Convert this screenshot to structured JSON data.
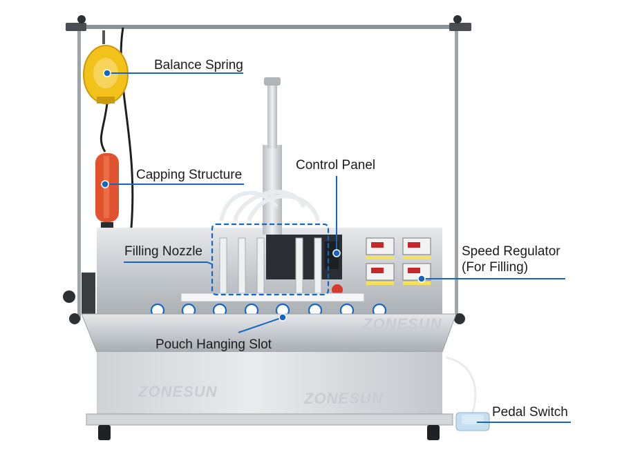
{
  "labels": {
    "balance_spring": "Balance Spring",
    "capping_structure": "Capping Structure",
    "control_panel": "Control Panel",
    "filling_nozzle": "Filling Nozzle",
    "speed_regulator_line1": "Speed Regulator",
    "speed_regulator_line2": "(For Filling)",
    "pouch_hanging_slot": "Pouch Hanging Slot",
    "pedal_switch": "Pedal Switch"
  },
  "watermark": "ZONESUN",
  "colors": {
    "callout_blue": "#1566c0",
    "steel": "#c8ccd0",
    "capper_orange": "#e0532e",
    "spring_yellow": "#f2c21b"
  }
}
